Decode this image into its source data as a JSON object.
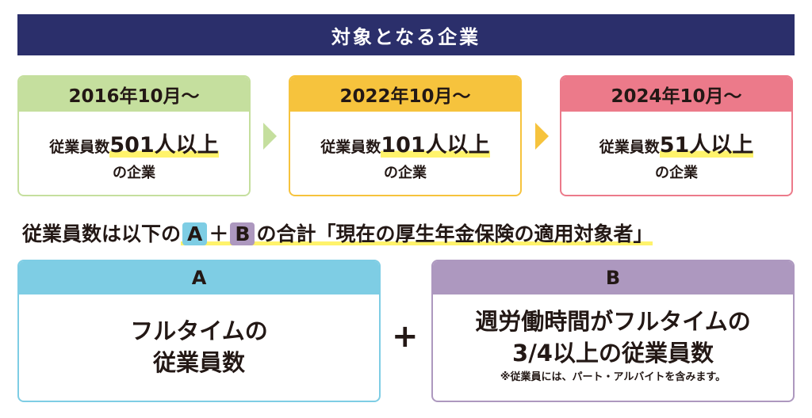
{
  "title": "対象となる企業",
  "colors": {
    "navy": "#2b2f6b",
    "green": "#c5df9e",
    "yellow": "#f6c33d",
    "pink": "#ec7a8a",
    "blue": "#7ecde4",
    "purple": "#ad98bf",
    "highlight": "#fff36b"
  },
  "cards": [
    {
      "period": "2016年10月〜",
      "prefix": "従業員数",
      "threshold": "501人以上",
      "suffix": "の企業"
    },
    {
      "period": "2022年10月〜",
      "prefix": "従業員数",
      "threshold": "101人以上",
      "suffix": "の企業"
    },
    {
      "period": "2024年10月〜",
      "prefix": "従業員数",
      "threshold": "51人以上",
      "suffix": "の企業"
    }
  ],
  "sentence": {
    "pre": "従業員数は以下の",
    "a": "A",
    "plus": "＋",
    "b": "B",
    "post": "の合計「現在の厚生年金保険の適用対象者」"
  },
  "box_a": {
    "label": "A",
    "line1": "フルタイムの",
    "line2": "従業員数"
  },
  "operator": "+",
  "box_b": {
    "label": "B",
    "line1": "週労働時間がフルタイムの",
    "line2": "3/4以上の従業員数",
    "note": "※従業員には、パート・アルバイトを含みます。"
  }
}
